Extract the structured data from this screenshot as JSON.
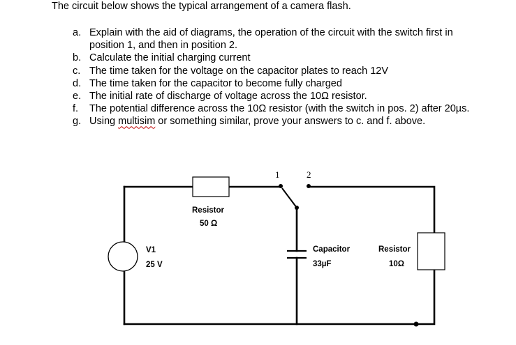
{
  "intro": "The circuit below shows the typical arrangement of a camera flash.",
  "questions": [
    {
      "letter": "a.",
      "text": "Explain with the aid of diagrams, the operation of the circuit with the switch first in",
      "cont": "position 1, and then in position 2."
    },
    {
      "letter": "b.",
      "text": "Calculate the initial charging current"
    },
    {
      "letter": "c.",
      "text": "The time taken for the voltage on the capacitor plates to reach 12V"
    },
    {
      "letter": "d.",
      "text": "The time taken for the capacitor to become fully charged"
    },
    {
      "letter": "e.",
      "text": "The initial rate of discharge of voltage across the 10Ω resistor."
    },
    {
      "letter": "f.",
      "text": "The potential difference across the 10Ω resistor (with the switch in pos. 2) after 20µs."
    },
    {
      "letter": "g.",
      "pre": "Using ",
      "link": "multisim",
      "post": " or something similar, prove your answers to c. and f. above."
    }
  ],
  "circuit": {
    "switch_pos1": "1",
    "switch_pos2": "2",
    "resistor1_name": "Resistor",
    "resistor1_value": "50 Ω",
    "source_name": "V1",
    "source_value": "25 V",
    "capacitor_name": "Capacitor",
    "capacitor_value": "33µF",
    "resistor2_name": "Resistor",
    "resistor2_value": "10Ω"
  }
}
